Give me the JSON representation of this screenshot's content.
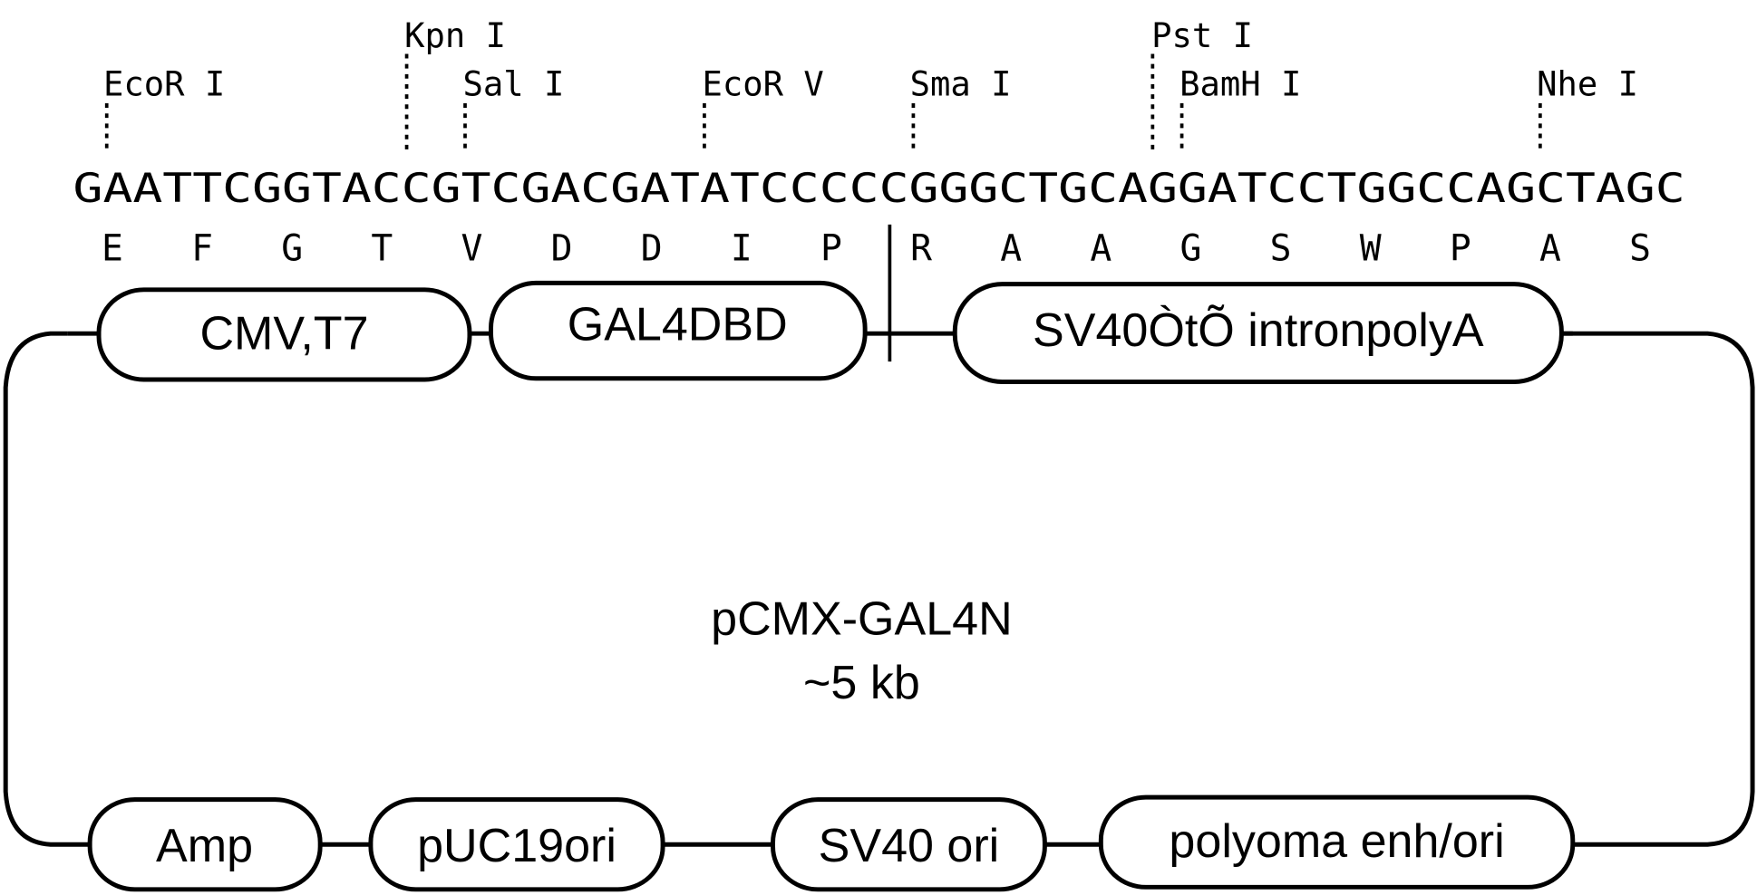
{
  "sites": [
    {
      "name": "EcoR I"
    },
    {
      "name": "Kpn I"
    },
    {
      "name": "Sal I"
    },
    {
      "name": "EcoR V"
    },
    {
      "name": "Sma I"
    },
    {
      "name": "Pst I"
    },
    {
      "name": "BamH I"
    },
    {
      "name": "Nhe I"
    }
  ],
  "sequence": "GAATTCGGTACCGTCGACGATATCCCCCGGGCTGCAGGATCCTGGCCAGCTAGC",
  "amino_acids": [
    "E",
    "F",
    "G",
    "T",
    "V",
    "D",
    "D",
    "I",
    "P",
    "R",
    "A",
    "A",
    "G",
    "S",
    "W",
    "P",
    "A",
    "S"
  ],
  "top_elements": [
    "CMV,T7",
    "GAL4DBD",
    "SV40ÒtÕ intronpolyA"
  ],
  "bottom_elements": [
    "Amp",
    "pUC19ori",
    "SV40 ori",
    "polyoma enh/ori"
  ],
  "plasmid": {
    "name": "pCMX-GAL4N",
    "size": "~5 kb"
  }
}
